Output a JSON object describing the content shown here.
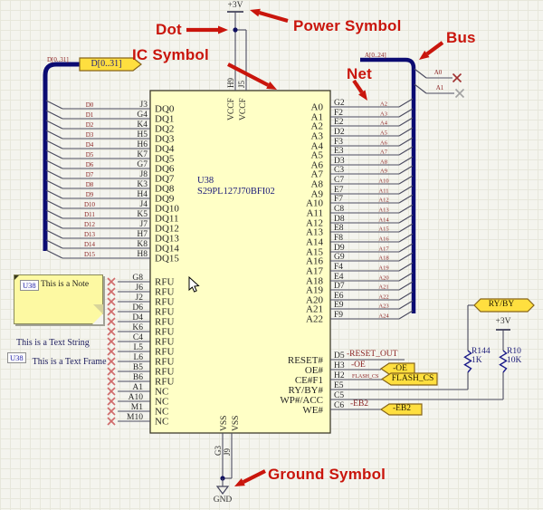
{
  "colors": {
    "annotation": "#c9150c",
    "bus": "#0b0b72",
    "wire": "#4c4c60",
    "port_fill": "#ffdf3f",
    "port_border": "#86651a",
    "ic_fill": "#ffffc6",
    "ic_border": "#3f3c2d",
    "net_label": "#8b2323",
    "designator_text": "#262626",
    "resistor": "#1b1b8a"
  },
  "annotations": {
    "dot": "Dot",
    "power_symbol": "Power Symbol",
    "ic_symbol": "IC Symbol",
    "net": "Net",
    "bus": "Bus",
    "ground_symbol": "Ground Symbol"
  },
  "power": {
    "vcc_top": "+3V",
    "vcc_right": "+3V",
    "gnd": "GND"
  },
  "ic": {
    "designator": "U38",
    "part_number": "S29PL127J70BFI02",
    "top_pin_names": [
      "VCCF",
      "VCCF"
    ],
    "top_pin_designators": [
      "H9",
      "J5"
    ],
    "bottom_pin_names": [
      "VSS",
      "VSS"
    ],
    "bottom_pin_designators": [
      "G3",
      "J9"
    ]
  },
  "left_bus": {
    "port_label": "D[0..31]",
    "bus_net_label": "D[0..31]",
    "pins": [
      [
        "D0",
        "J3",
        "DQ0"
      ],
      [
        "D1",
        "G4",
        "DQ1"
      ],
      [
        "D2",
        "K4",
        "DQ2"
      ],
      [
        "D3",
        "H5",
        "DQ3"
      ],
      [
        "D4",
        "H6",
        "DQ4"
      ],
      [
        "D5",
        "K7",
        "DQ5"
      ],
      [
        "D6",
        "G7",
        "DQ6"
      ],
      [
        "D7",
        "J8",
        "DQ7"
      ],
      [
        "D8",
        "K3",
        "DQ8"
      ],
      [
        "D9",
        "H4",
        "DQ9"
      ],
      [
        "D10",
        "J4",
        "DQ10"
      ],
      [
        "D11",
        "K5",
        "DQ11"
      ],
      [
        "D12",
        "J7",
        "DQ12"
      ],
      [
        "D13",
        "H7",
        "DQ13"
      ],
      [
        "D14",
        "K8",
        "DQ14"
      ],
      [
        "D15",
        "H8",
        "DQ15"
      ]
    ]
  },
  "mid_pins": [
    [
      "G8",
      "RFU"
    ],
    [
      "J6",
      "RFU"
    ],
    [
      "J2",
      "RFU"
    ],
    [
      "D6",
      "RFU"
    ],
    [
      "D4",
      "RFU"
    ],
    [
      "K6",
      "RFU"
    ],
    [
      "C4",
      "RFU"
    ],
    [
      "L5",
      "RFU"
    ],
    [
      "L6",
      "RFU"
    ],
    [
      "B5",
      "RFU"
    ],
    [
      "B6",
      "RFU"
    ],
    [
      "A1",
      "NC"
    ],
    [
      "A10",
      "NC"
    ],
    [
      "M1",
      "NC"
    ],
    [
      "M10",
      "NC"
    ]
  ],
  "right_bus": {
    "bus_net_label": "A[0..24]",
    "no_connects": [
      "A0",
      "A1"
    ],
    "pins": [
      [
        "A0",
        "G2",
        "A2"
      ],
      [
        "A1",
        "F2",
        "A3"
      ],
      [
        "A2",
        "E2",
        "A4"
      ],
      [
        "A3",
        "D2",
        "A5"
      ],
      [
        "A4",
        "F3",
        "A6"
      ],
      [
        "A5",
        "E3",
        "A7"
      ],
      [
        "A6",
        "D3",
        "A8"
      ],
      [
        "A7",
        "C3",
        "A9"
      ],
      [
        "A8",
        "C7",
        "A10"
      ],
      [
        "A9",
        "E7",
        "A11"
      ],
      [
        "A10",
        "F7",
        "A12"
      ],
      [
        "A11",
        "C8",
        "A13"
      ],
      [
        "A12",
        "D8",
        "A14"
      ],
      [
        "A13",
        "E8",
        "A15"
      ],
      [
        "A14",
        "F8",
        "A16"
      ],
      [
        "A15",
        "D9",
        "A17"
      ],
      [
        "A16",
        "G9",
        "A18"
      ],
      [
        "A17",
        "F4",
        "A19"
      ],
      [
        "A18",
        "E4",
        "A20"
      ],
      [
        "A19",
        "D7",
        "A21"
      ],
      [
        "A20",
        "E6",
        "A22"
      ],
      [
        "A21",
        "E9",
        "A23"
      ],
      [
        "A22",
        "F9",
        "A24"
      ]
    ]
  },
  "control_pins": [
    {
      "name": "RESET#",
      "designator": "D5",
      "net_label": "-RESET_OUT"
    },
    {
      "name": "OE#",
      "designator": "H3",
      "net_label": "-OE",
      "port": "-OE"
    },
    {
      "name": "CE#F1",
      "designator": "H2",
      "net_label": "FLASH_CS",
      "port": "FLASH_CS"
    },
    {
      "name": "RY/BY#",
      "designator": "E5"
    },
    {
      "name": "WP#/ACC",
      "designator": "C5"
    },
    {
      "name": "WE#",
      "designator": "C6",
      "net_label": "-EB2",
      "port": "-EB2"
    }
  ],
  "right_port": "RY/BY",
  "resistors": [
    {
      "designator": "R144",
      "value": "1K"
    },
    {
      "designator": "R10",
      "value": "10K"
    }
  ],
  "note": {
    "tag": "U38",
    "text": "This is a Note"
  },
  "text_string": "This is a Text String",
  "text_frame": {
    "tag": "U38",
    "text": "This is a Text Frame"
  }
}
